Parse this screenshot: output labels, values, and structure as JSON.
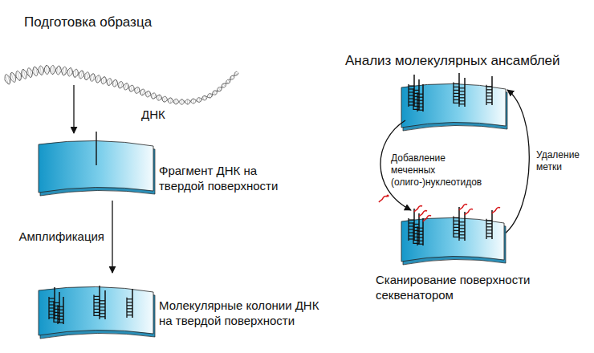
{
  "diagram": {
    "title": "Подготовка образца",
    "nodes": [
      {
        "text": [
          "Фрагмент ДНК на твердой поверхности"
        ]
      },
      {
        "text": [
          "Молекулярные колонии ДНК на твердой поверхности"
        ]
      },
      {
        "text": [
          "Сканирование поверхности секвенатором"
        ]
      }
    ],
    "edges": [
      {
        "from": 0,
        "to": 1,
        "arrow": "to",
        "label": "Амплификация"
      }
    ],
    "labels": [
      "ДНК",
      "Анализ молекулярных ансамблей",
      "Добавление меченных (олиго-)нуклеотидов",
      "Удаление метки"
    ]
  }
}
